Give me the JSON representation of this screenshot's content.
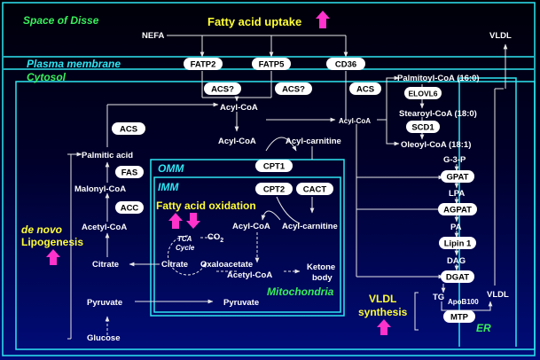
{
  "regions": {
    "space_of_disse": "Space of Disse",
    "plasma_membrane": "Plasma membrane",
    "cytosol": "Cytosol",
    "omm": "OMM",
    "imm": "IMM",
    "mitochondria": "Mitochondria",
    "er": "ER"
  },
  "titles": {
    "fatty_acid_uptake": "Fatty acid uptake",
    "fatty_acid_oxidation": "Fatty acid oxidation",
    "de_novo": "de novo",
    "lipogenesis": "Lipogenesis",
    "vldl": "VLDL",
    "synthesis": "synthesis"
  },
  "enzymes": {
    "fatp2": "FATP2",
    "fatp5": "FATP5",
    "cd36": "CD36",
    "acs1": "ACS?",
    "acs2": "ACS?",
    "acs3": "ACS",
    "acs_left": "ACS",
    "elovl6": "ELOVL6",
    "scd1": "SCD1",
    "fas": "FAS",
    "acc": "ACC",
    "cpt1": "CPT1",
    "cpt2": "CPT2",
    "cact": "CACT",
    "gpat": "GPAT",
    "agpat": "AGPAT",
    "lipin1": "Lipin 1",
    "dgat": "DGAT",
    "mtp": "MTP"
  },
  "metabolites": {
    "nefa": "NEFA",
    "vldl_top": "VLDL",
    "acyl_coa_top": "Acyl-CoA",
    "acyl_coa_right": "Acyl-CoA",
    "acyl_coa_mid": "Acyl-CoA",
    "acyl_carnitine": "Acyl-carnitine",
    "acyl_coa_mito": "Acyl-CoA",
    "acyl_carnitine_mito": "Acyl-carnitine",
    "palmitoyl_coa": "Palmitoyl-CoA (16:0)",
    "stearoyl_coa": "Stearoyl-CoA (18:0)",
    "oleoyl_coa": "Oleoyl-CoA (18:1)",
    "g3p": "G-3-P",
    "lpa": "LPA",
    "pa": "PA",
    "dag": "DAG",
    "tg": "TG",
    "apob100": "ApoB100",
    "vldl_er": "VLDL",
    "palmitic_acid": "Palmitic acid",
    "malonyl_coa": "Malonyl-CoA",
    "acetyl_coa": "Acetyl-CoA",
    "citrate": "Citrate",
    "citrate_mito": "Citrate",
    "oxaloacetate": "Oxaloacetate",
    "acetyl_coa_mito": "Acetyl-CoA",
    "co2": "CO",
    "co2_sub": "2",
    "tca": "TCA",
    "cycle": "Cycle",
    "ketone": "Ketone",
    "body": "body",
    "pyruvate": "Pyruvate",
    "pyruvate_mito": "Pyruvate",
    "glucose": "Glucose"
  },
  "colors": {
    "membrane": "#2fe6f2",
    "region_label_cyan": "#2fe6f2",
    "region_label_green": "#38ef5c",
    "highlight_text": "#ffff33",
    "arrow_magenta": "#ff33cc",
    "enzyme_fill": "#ffffff"
  },
  "icons": {
    "up_arrow": "magenta-up-arrow-icon",
    "down_arrow": "magenta-down-arrow-icon"
  }
}
